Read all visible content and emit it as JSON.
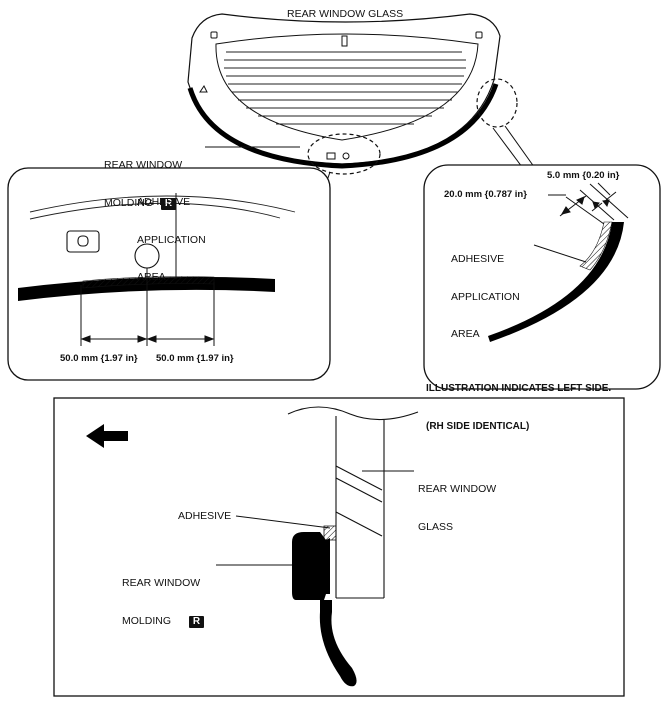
{
  "top_view": {
    "glass_label": "REAR WINDOW GLASS",
    "molding_label_line1": "REAR WINDOW",
    "molding_label_line2": "MOLDING",
    "molding_badge": "R"
  },
  "left_detail": {
    "adhesive_line1": "ADHESIVE",
    "adhesive_line2": "APPLICATION",
    "adhesive_line3": "AREA",
    "dim_left": "50.0 mm {1.97 in}",
    "dim_right": "50.0 mm {1.97 in}"
  },
  "right_detail": {
    "dim_outer": "5.0 mm {0.20 in}",
    "dim_inner": "20.0 mm {0.787 in}",
    "adhesive_line1": "ADHESIVE",
    "adhesive_line2": "APPLICATION",
    "adhesive_line3": "AREA",
    "note_line1": "ILLUSTRATION INDICATES LEFT SIDE.",
    "note_line2": "(RH SIDE IDENTICAL)"
  },
  "section_view": {
    "glass_line1": "REAR WINDOW",
    "glass_line2": "GLASS",
    "adhesive_label": "ADHESIVE",
    "molding_line1": "REAR WINDOW",
    "molding_line2": "MOLDING",
    "molding_badge": "R"
  }
}
